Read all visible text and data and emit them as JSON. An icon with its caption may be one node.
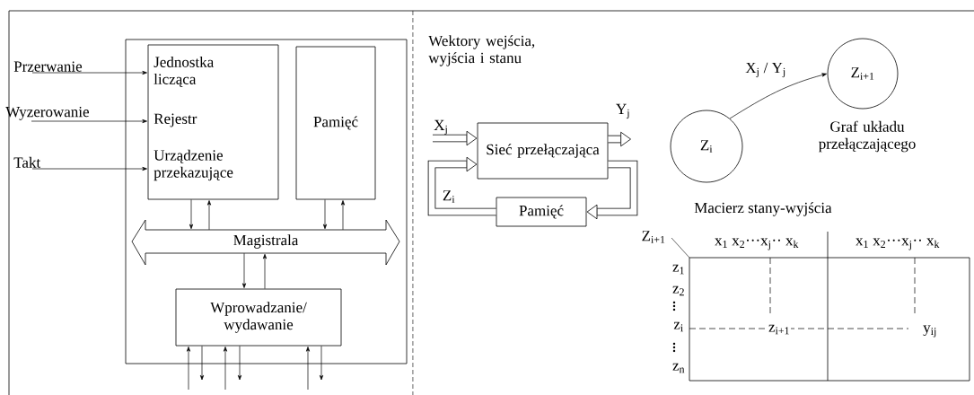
{
  "diagram": {
    "nodes": [
      {
        "text": [],
        "shape": "box"
      },
      {
        "text": [
          "Jednostka licząca",
          "Rejestr",
          "Urządzenie przekazujące"
        ],
        "in": 0
      },
      {
        "text": [
          "Pamięć"
        ],
        "in": 0
      },
      {
        "text": [
          "Magistrala"
        ],
        "in": 0
      },
      {
        "text": [
          "Wprowadzanie/ wydawanie"
        ],
        "in": 0
      },
      {
        "text": [
          "Przerwanie"
        ]
      },
      {
        "text": [
          "Wyzerowanie"
        ]
      },
      {
        "text": [
          "Takt"
        ]
      },
      {
        "text": [
          "X$_{j}$"
        ]
      },
      {
        "text": [
          "Sieć przełączająca"
        ]
      },
      {
        "text": [
          "Y$_{j}$"
        ]
      },
      {
        "text": [
          "Pamięć"
        ]
      },
      {
        "text": [
          "Z$_{i}$"
        ]
      },
      {
        "text": [
          "Z$_{i+1}$"
        ],
        "beside": [
          "Graf układu przełączającego"
        ]
      }
    ],
    "edges": [
      {
        "from": 5,
        "to": 1,
        "arrow": "to"
      },
      {
        "from": 6,
        "to": 1,
        "arrow": "to"
      },
      {
        "from": 7,
        "to": 1,
        "arrow": "to"
      },
      {
        "from": 1,
        "to": 3,
        "arrow": "to"
      },
      {
        "from": 3,
        "to": 1,
        "arrow": "to"
      },
      {
        "from": 2,
        "to": 3,
        "arrow": "to"
      },
      {
        "from": 3,
        "to": 2,
        "arrow": "to"
      },
      {
        "from": 3,
        "to": 4,
        "arrow": "to"
      },
      {
        "from": 4,
        "to": 3,
        "arrow": "to"
      },
      {
        "from": null,
        "to": 4,
        "arrow": "to"
      },
      {
        "from": null,
        "to": 4,
        "arrow": "to"
      },
      {
        "from": null,
        "to": 4,
        "arrow": "to"
      },
      {
        "from": 4,
        "to": null,
        "arrow": "to"
      },
      {
        "from": 4,
        "to": null,
        "arrow": "to"
      },
      {
        "from": 4,
        "to": null,
        "arrow": "to"
      },
      {
        "from": 8,
        "to": 9,
        "arrow": "to",
        "style": "thick"
      },
      {
        "from": 9,
        "to": 10,
        "arrow": "to",
        "style": "thick"
      },
      {
        "from": 9,
        "to": 11,
        "arrow": "to",
        "style": "thick",
        "label": "Z$_{i+1}$"
      },
      {
        "from": 11,
        "to": 9,
        "arrow": "to",
        "style": "thick",
        "label": "Z$_{i}$"
      },
      {
        "from": 12,
        "to": 13,
        "arrow": "to",
        "label": "X$_{j}$ / Y$_{j}$"
      }
    ],
    "labels": [
      "Wektory wejścia, wyjścia i stanu",
      "Macierz stany-wyjścia",
      "x$_{1}$ x$_{2}$···x$_{j}$·· x$_{k}$",
      "x$_{1}$ x$_{2}$···x$_{j}$·· x$_{k}$",
      "z$_{1}$",
      "z$_{2}$",
      "z$_{i}$",
      "z$_{n}$",
      "z$_{i+1}$",
      "y$_{ij}$"
    ]
  }
}
